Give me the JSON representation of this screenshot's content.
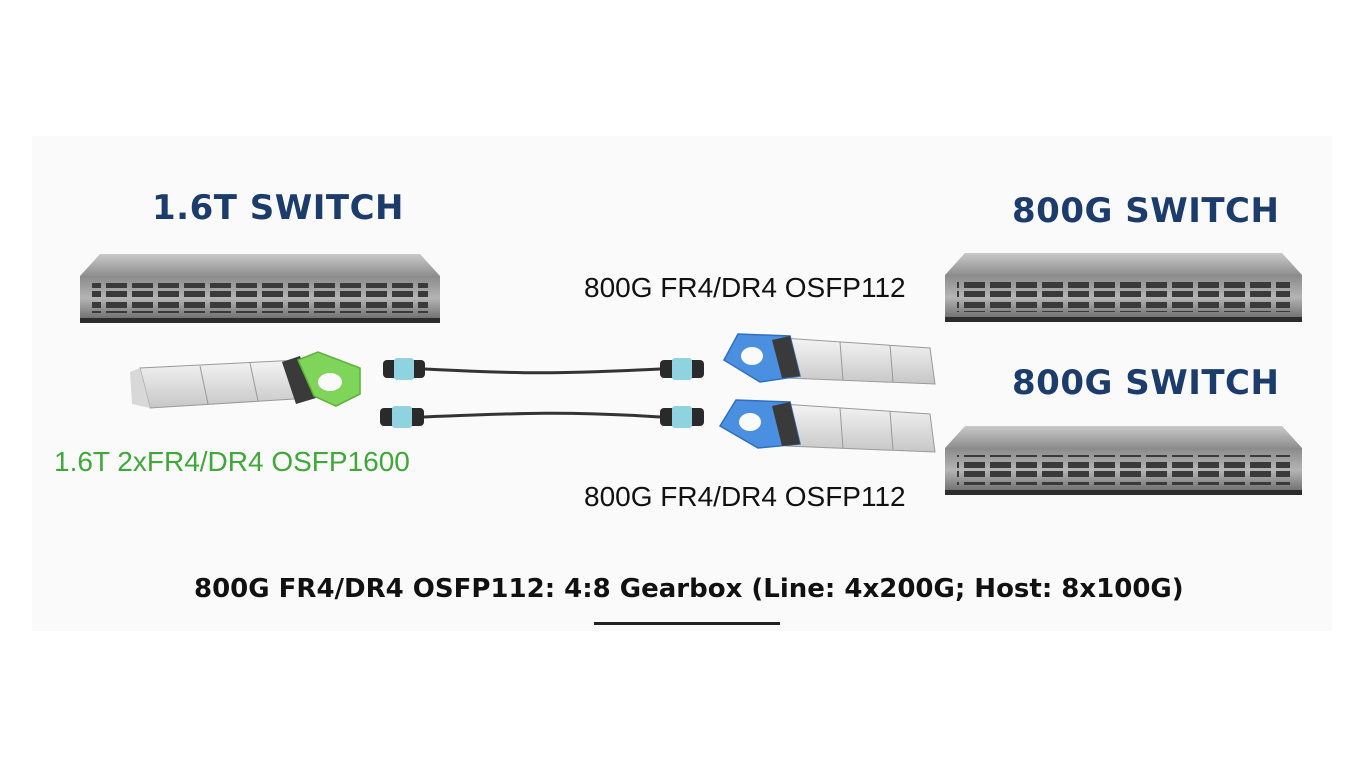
{
  "diagram": {
    "switch_left_title": "1.6T SWITCH",
    "switch_right_top_title": "800G SWITCH",
    "switch_right_bottom_title": "800G SWITCH",
    "module_left_label": "1.6T 2xFR4/DR4 OSFP1600",
    "module_right_top_label": "800G FR4/DR4 OSFP112",
    "module_right_bottom_label": "800G FR4/DR4 OSFP112",
    "footer": {
      "prefix": "800G FR4/DR4 OSFP112: ",
      "emphasis": "4:8 Gearbox",
      "suffix": " (Line: 4x200G; Host: 8x100G)"
    },
    "colors": {
      "title": "#1c3d6b",
      "left_module_accent": "#7fd45a",
      "right_module_accent": "#4a8fe0",
      "left_label": "#3fa839",
      "connector_boot": "#8fd3e0"
    },
    "icons": [
      "network-switch-icon",
      "optical-transceiver-icon",
      "fiber-cable-icon",
      "mpo-connector-icon"
    ]
  }
}
